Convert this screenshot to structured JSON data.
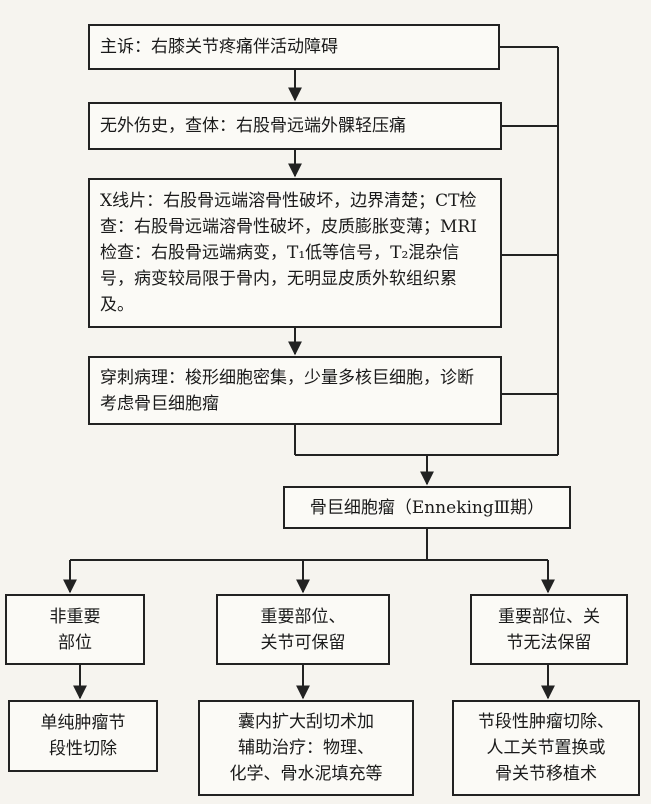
{
  "nodes": {
    "complaint": "主诉：右膝关节疼痛伴活动障碍",
    "history": "无外伤史，查体：右股骨远端外髁轻压痛",
    "imaging": "X线片：右股骨远端溶骨性破坏，边界清楚；CT检查：右股骨远端溶骨性破坏，皮质膨胀变薄；MRI检查：右股骨远端病变，T₁低等信号，T₂混杂信号，病变较局限于骨内，无明显皮质外软组织累及。",
    "biopsy": "穿刺病理：梭形细胞密集，少量多核巨细胞，诊断考虑骨巨细胞瘤",
    "diagnosis": "骨巨细胞瘤（EnnekingⅢ期）",
    "site_nonimportant": "非重要\n部位",
    "site_joint_preservable": "重要部位、\n关节可保留",
    "site_joint_not_preservable": "重要部位、关\n节无法保留",
    "treat_segmental_resection": "单纯肿瘤节\n段性切除",
    "treat_curettage": "囊内扩大刮切术加\n辅助治疗：物理、\n化学、骨水泥填充等",
    "treat_joint_replacement": "节段性肿瘤切除、\n人工关节置换或\n骨关节移植术"
  }
}
